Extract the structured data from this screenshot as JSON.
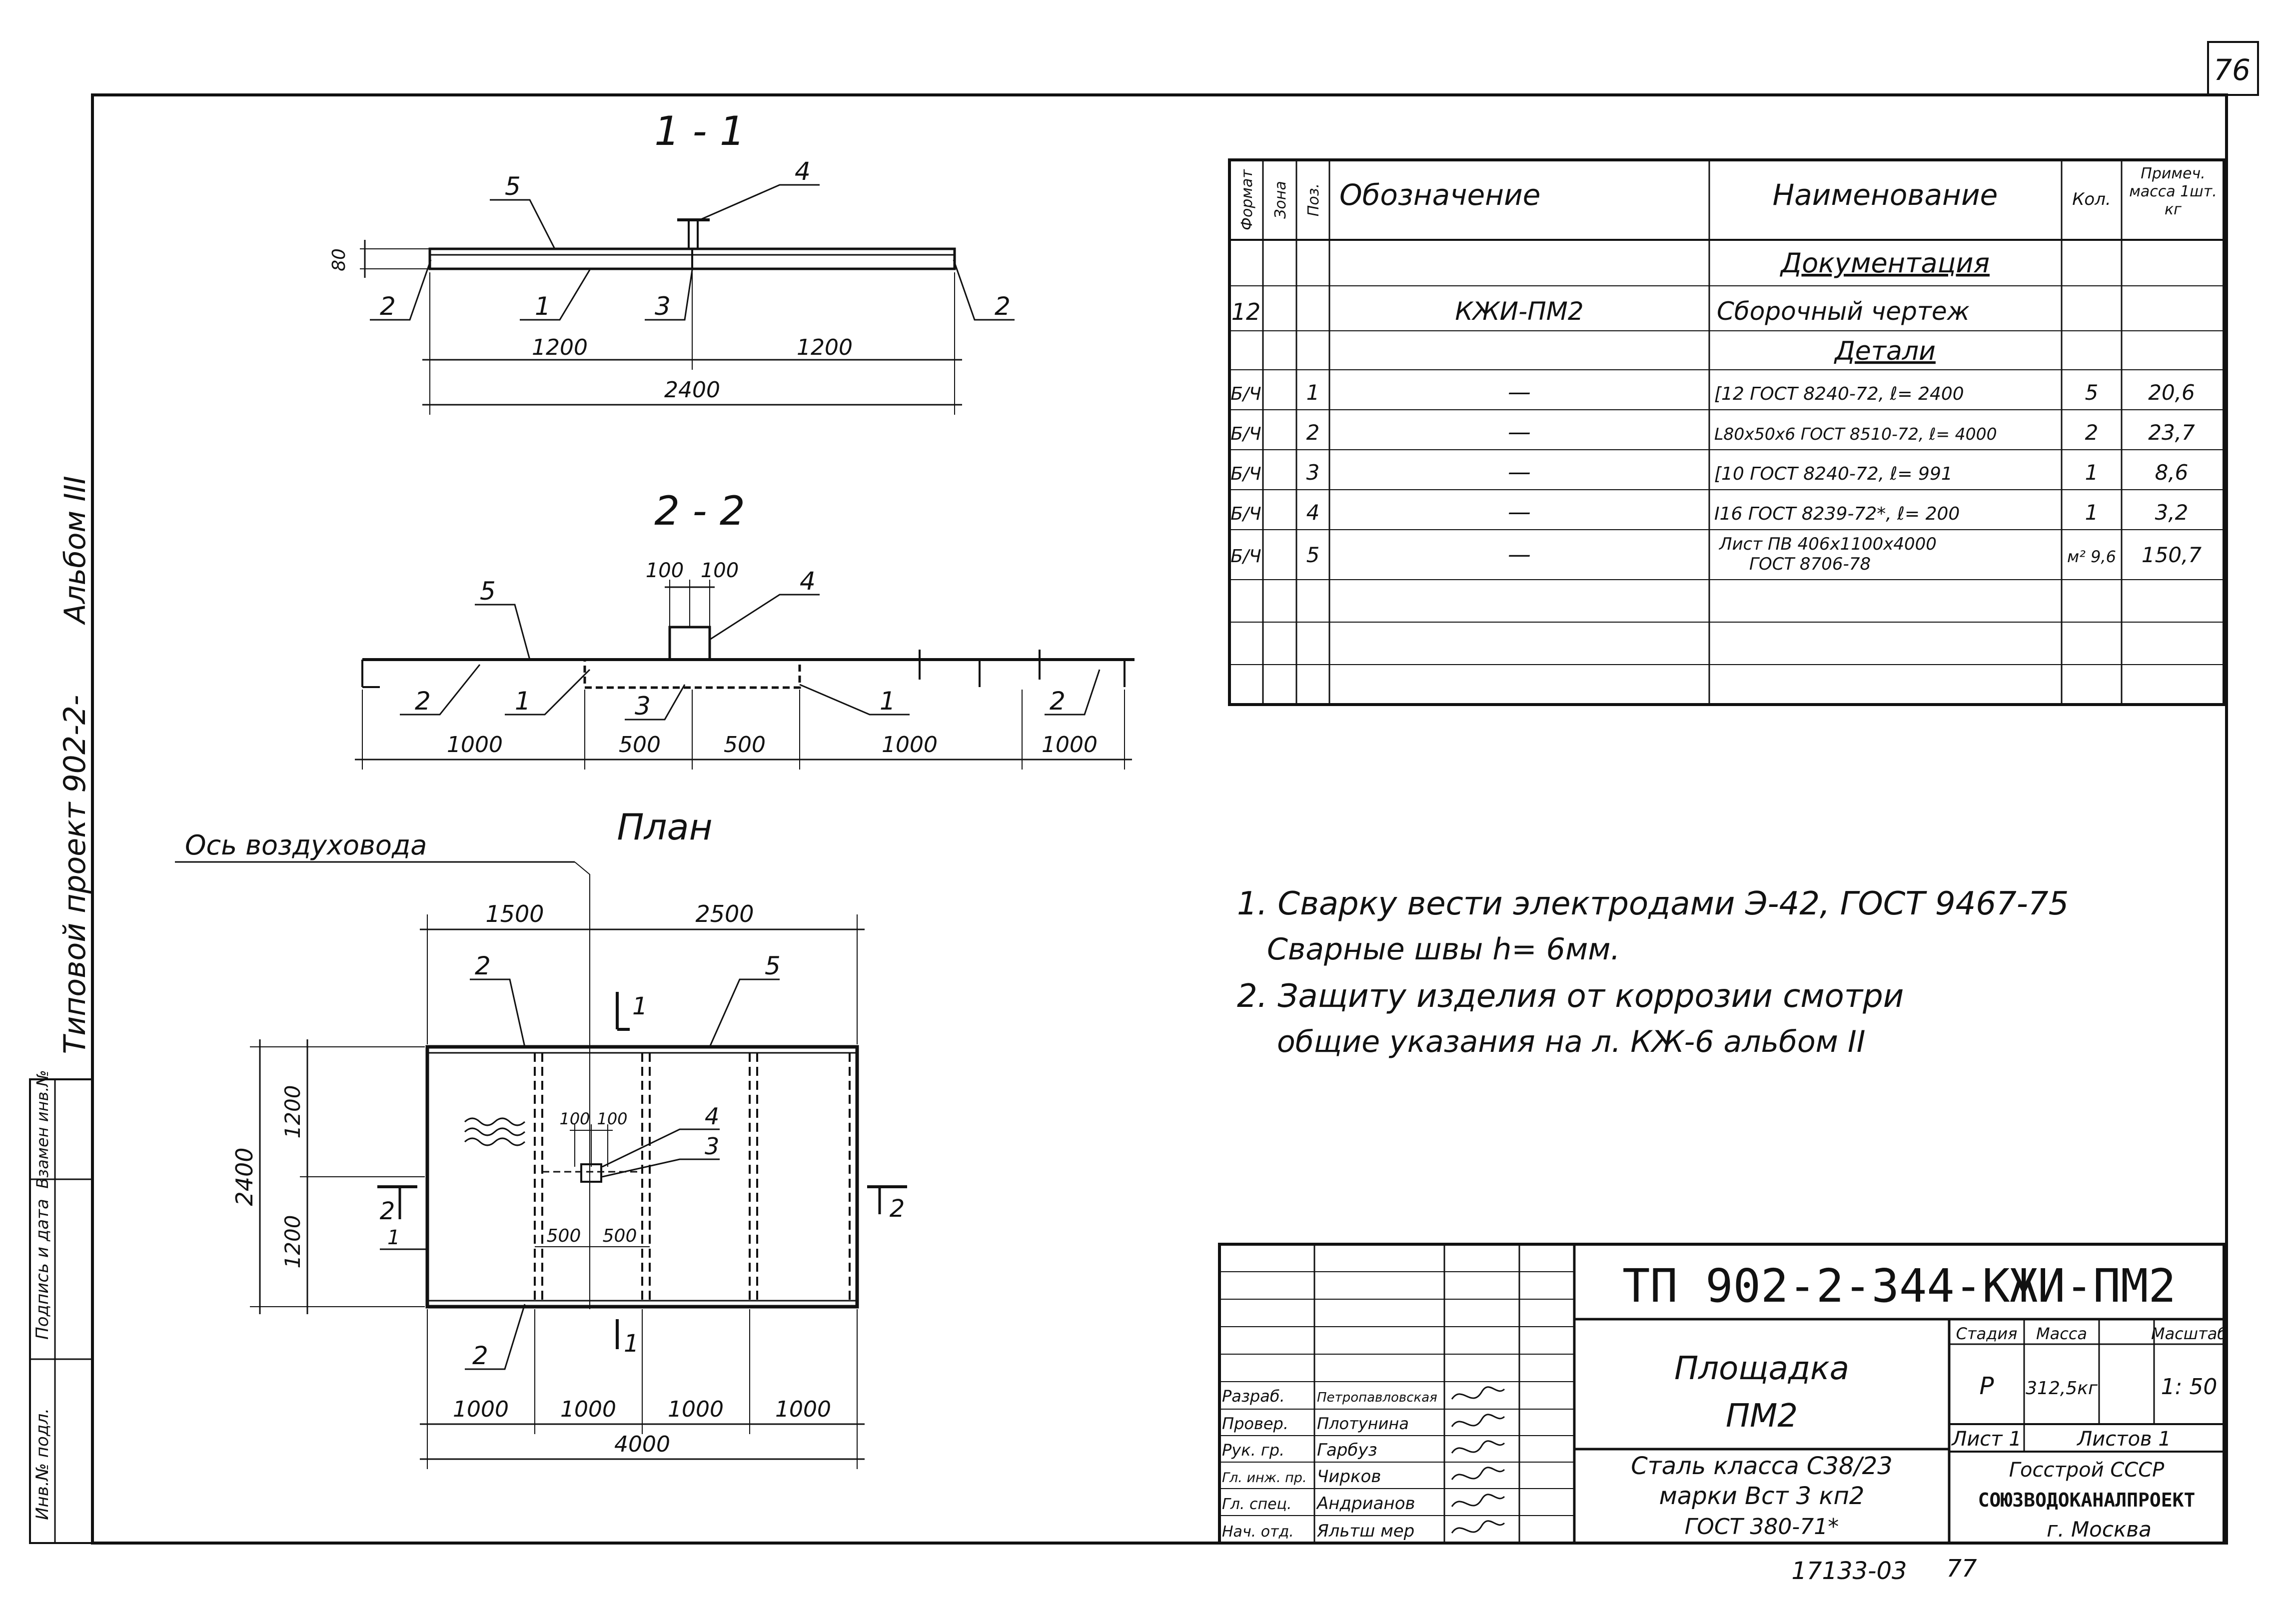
{
  "sheet_number": "76",
  "left_margin": {
    "album": "Альбом III",
    "project": "Типовой проект 902-2-",
    "stamp_cells": [
      "Инв.№ подл.",
      "Подпись и дата",
      "Взамен инв.№"
    ]
  },
  "section_1": {
    "title": "1 - 1",
    "callouts": [
      "5",
      "4",
      "2",
      "1",
      "3",
      "2"
    ],
    "height_dim": "80",
    "dims": [
      "1200",
      "1200",
      "2400"
    ]
  },
  "section_2": {
    "title": "2 - 2",
    "callouts": [
      "5",
      "4",
      "2",
      "1",
      "3",
      "1",
      "2"
    ],
    "top_dims": [
      "100",
      "100"
    ],
    "dims": [
      "1000",
      "500",
      "500",
      "1000",
      "1000"
    ]
  },
  "plan": {
    "title": "План",
    "axis_label": "Ось воздуховода",
    "top_dims": [
      "1500",
      "2500"
    ],
    "callouts": [
      "2",
      "5",
      "4",
      "3",
      "2"
    ],
    "section_marks": [
      "1",
      "1",
      "2",
      "2"
    ],
    "left_dims": [
      "2400",
      "1200",
      "1200"
    ],
    "inner_dims": [
      "100",
      "100",
      "500",
      "500"
    ],
    "bottom_dims": [
      "1000",
      "1000",
      "1000",
      "1000"
    ],
    "total": "4000"
  },
  "spec_table": {
    "headers": [
      "Формат",
      "Зона",
      "Поз.",
      "Обозначение",
      "Наименование",
      "Кол.",
      "Примеч. масса 1шт. кг"
    ],
    "rows": [
      {
        "fmt": "",
        "pos": "",
        "designation": "",
        "name": "Документация",
        "qty": "",
        "note": ""
      },
      {
        "fmt": "12",
        "pos": "",
        "designation": "КЖИ-ПМ2",
        "name": "Сборочный чертеж",
        "qty": "",
        "note": ""
      },
      {
        "fmt": "",
        "pos": "",
        "designation": "",
        "name": "Детали",
        "qty": "",
        "note": ""
      },
      {
        "fmt": "Б/Ч",
        "pos": "1",
        "designation": "—",
        "name": "[12 ГОСТ 8240-72, ℓ= 2400",
        "qty": "5",
        "note": "20,6"
      },
      {
        "fmt": "Б/Ч",
        "pos": "2",
        "designation": "—",
        "name": "L80x50x6 ГОСТ 8510-72, ℓ= 4000",
        "qty": "2",
        "note": "23,7"
      },
      {
        "fmt": "Б/Ч",
        "pos": "3",
        "designation": "—",
        "name": "[10 ГОСТ 8240-72, ℓ= 991",
        "qty": "1",
        "note": "8,6"
      },
      {
        "fmt": "Б/Ч",
        "pos": "4",
        "designation": "—",
        "name": "I16 ГОСТ 8239-72*, ℓ= 200",
        "qty": "1",
        "note": "3,2"
      },
      {
        "fmt": "Б/Ч",
        "pos": "5",
        "designation": "—",
        "name": "Лист ПВ 406х1100х4000",
        "name2": "ГОСТ 8706-78",
        "qty": "м² 9,6",
        "note": "150,7"
      }
    ]
  },
  "notes": [
    "1. Сварку вести электродами Э-42, ГОСТ 9467-75",
    "Сварные швы h= 6мм.",
    "2. Защиту изделия от коррозии смотри",
    "общие указания на л. КЖ-6 альбом II"
  ],
  "title_block": {
    "code": "ТП 902-2-344-КЖИ-ПМ2",
    "name_line1": "Площадка",
    "name_line2": "ПМ2",
    "material_lines": [
      "Сталь класса С38/23",
      "марки Вст 3 кп2",
      "ГОСТ 380-71*"
    ],
    "stage_header": "Стадия",
    "mass_header": "Масса",
    "scale_header": "Масштаб",
    "stage": "Р",
    "mass": "312,5кг",
    "scale": "1: 50",
    "sheet": "Лист 1",
    "sheets": "Листов 1",
    "org1": "Госстрой СССР",
    "org2": "СОЮЗВОДОКАНАЛПРОЕКТ",
    "org3": "г. Москва",
    "people": [
      {
        "role": "Разраб.",
        "name": "Петропавловская"
      },
      {
        "role": "Провер.",
        "name": "Плотунина"
      },
      {
        "role": "Рук. гр.",
        "name": "Гарбуз"
      },
      {
        "role": "Гл. инж. пр.",
        "name": "Чирков"
      },
      {
        "role": "Гл. спец.",
        "name": "Андрианов"
      },
      {
        "role": "Нач. отд.",
        "name": "Яльтш мер"
      }
    ]
  },
  "footer": {
    "order": "17133-03",
    "page": "77"
  }
}
